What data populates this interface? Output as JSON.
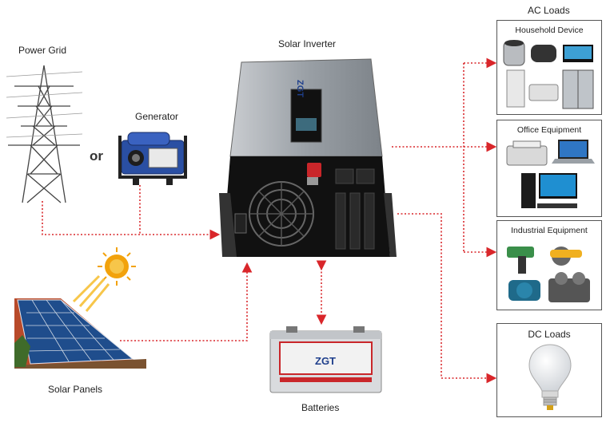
{
  "labels": {
    "power_grid": "Power Grid",
    "or": "or",
    "generator": "Generator",
    "solar_inverter": "Solar Inverter",
    "solar_panels": "Solar Panels",
    "batteries": "Batteries",
    "ac_loads": "AC Loads",
    "dc_loads": "DC Loads"
  },
  "ac_groups": [
    {
      "title": "Household Device"
    },
    {
      "title": "Office Equipment"
    },
    {
      "title": "Industrial Equipment"
    }
  ],
  "inverter": {
    "brand": "ZGT"
  },
  "battery": {
    "brand": "ZGT"
  },
  "colors": {
    "connector": "#d9262a",
    "inverter_body": "#9aa0a6",
    "inverter_front": "#111111",
    "panel_blue": "#1f4d8c",
    "roof": "#b84a2a",
    "generator_blue": "#2a4fa3",
    "sun": "#f2a20c"
  }
}
